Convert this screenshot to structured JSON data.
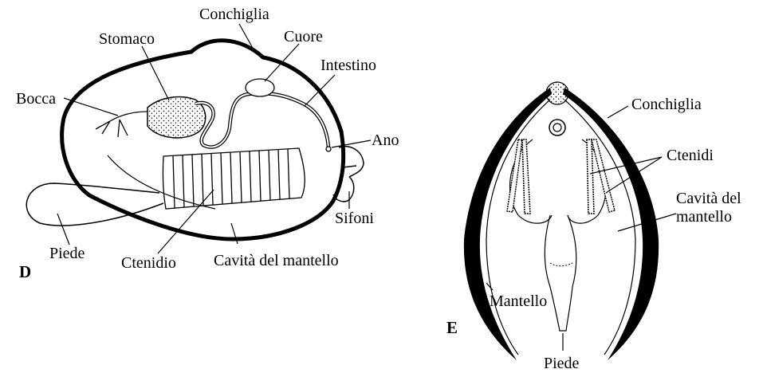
{
  "panel_d": {
    "panel_letter": "D",
    "labels": {
      "shell": "Conchiglia",
      "stomach": "Stomaco",
      "heart": "Cuore",
      "intestine": "Intestino",
      "mouth": "Bocca",
      "anus": "Ano",
      "siphons": "Sifoni",
      "foot": "Piede",
      "ctenidium": "Ctenidio",
      "mantle_cavity": "Cavità del mantello"
    }
  },
  "panel_e": {
    "panel_letter": "E",
    "labels": {
      "shell": "Conchiglia",
      "ctenidia": "Ctenidi",
      "mantle_cavity_line1": "Cavità del",
      "mantle_cavity_line2": "mantello",
      "mantle": "Mantello",
      "foot": "Piede"
    }
  },
  "colors": {
    "ink": "#000000",
    "background": "#ffffff"
  }
}
